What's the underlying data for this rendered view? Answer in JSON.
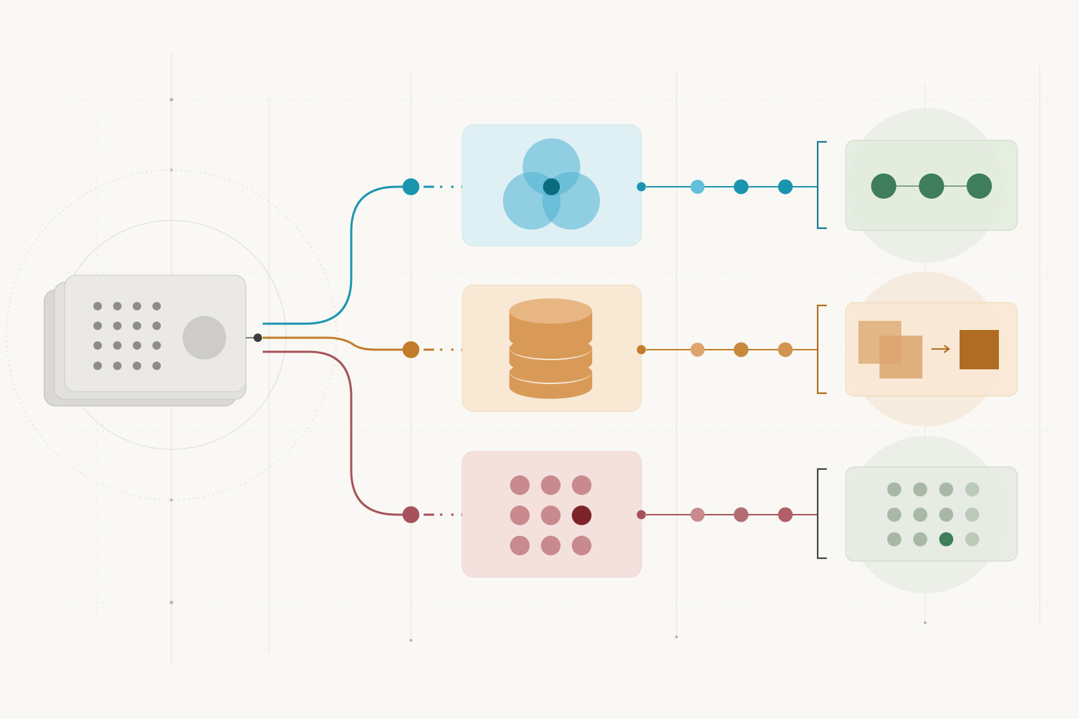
{
  "colors": {
    "background": "#f9f8f4",
    "teal": "#1a95b0",
    "teal_light": "#62c0da",
    "orange": "#c27d2c",
    "orange_light": "#dda56b",
    "red": "#a6525a",
    "red_light": "#c88a8e",
    "green": "#3e7e5a",
    "device": "#e9e8e5",
    "grid": "#e4e2dd"
  },
  "nodes": {
    "source": {
      "icon": "device-grid-icon",
      "dot_rows": 4,
      "dot_cols": 4
    },
    "branches": [
      {
        "id": "teal",
        "process_icon": "venn-diagram-icon",
        "output_icon": "connected-nodes-icon"
      },
      {
        "id": "orange",
        "process_icon": "database-icon",
        "output_icon": "transform-squares-icon"
      },
      {
        "id": "red",
        "process_icon": "dot-grid-icon",
        "output_icon": "dot-matrix-icon"
      }
    ]
  }
}
